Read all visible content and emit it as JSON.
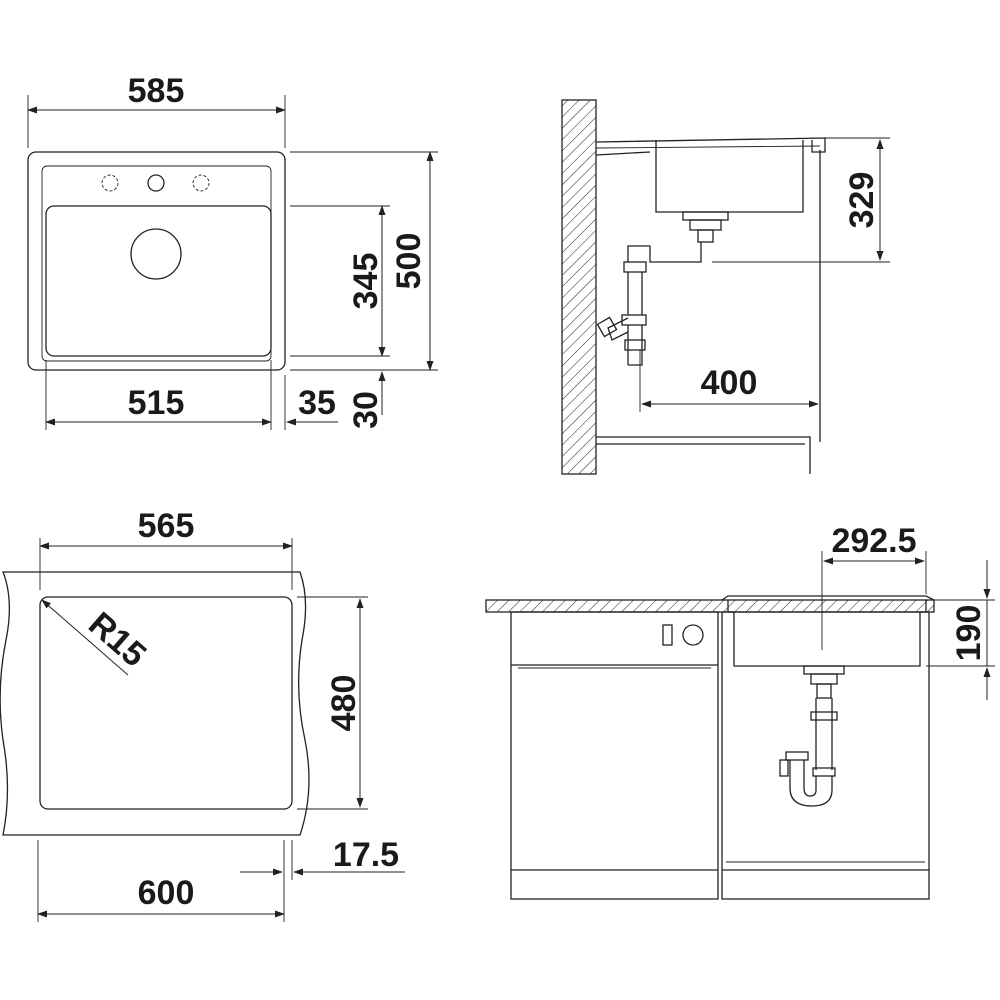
{
  "views": {
    "top_view": {
      "overall_width": "585",
      "overall_depth": "500",
      "bowl_depth": "345",
      "bowl_width": "515",
      "side_margin": "35",
      "front_margin": "30"
    },
    "side_section_view": {
      "bowl_height": "329",
      "waste_offset": "400"
    },
    "cutout_view": {
      "cutout_width": "565",
      "cutout_depth": "480",
      "corner_radius": "R15",
      "cabinet_width": "600",
      "edge_offset": "17.5"
    },
    "front_section_view": {
      "drain_center_offset": "292.5",
      "bowl_height": "190"
    }
  },
  "colors": {
    "line": "#222222",
    "background": "#ffffff"
  }
}
